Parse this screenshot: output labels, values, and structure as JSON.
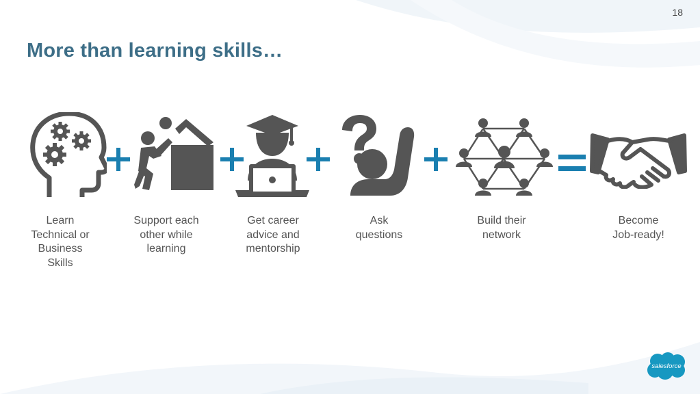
{
  "slide": {
    "number": "18",
    "title": "More than learning skills…"
  },
  "steps": [
    {
      "lines": [
        "Learn",
        "Technical or",
        "Business",
        "Skills"
      ],
      "icon": "head-gears-icon"
    },
    {
      "lines": [
        "Support each",
        "other while",
        "learning"
      ],
      "icon": "climbing-support-icon"
    },
    {
      "lines": [
        "Get career",
        "advice and",
        "mentorship"
      ],
      "icon": "graduate-laptop-icon"
    },
    {
      "lines": [
        "Ask",
        "questions"
      ],
      "icon": "question-raised-hand-icon"
    },
    {
      "lines": [
        "Build their",
        "network"
      ],
      "icon": "people-network-icon"
    },
    {
      "lines": [
        "Become",
        "Job-ready!"
      ],
      "icon": "handshake-icon"
    }
  ],
  "operators": [
    "+",
    "+",
    "+",
    "+",
    "="
  ],
  "colors": {
    "title": "#3d6e87",
    "operator": "#1a7fb0",
    "icon": "#555555",
    "text": "#555555",
    "logo": "#1798c1"
  },
  "logo": {
    "text": "salesforce"
  }
}
